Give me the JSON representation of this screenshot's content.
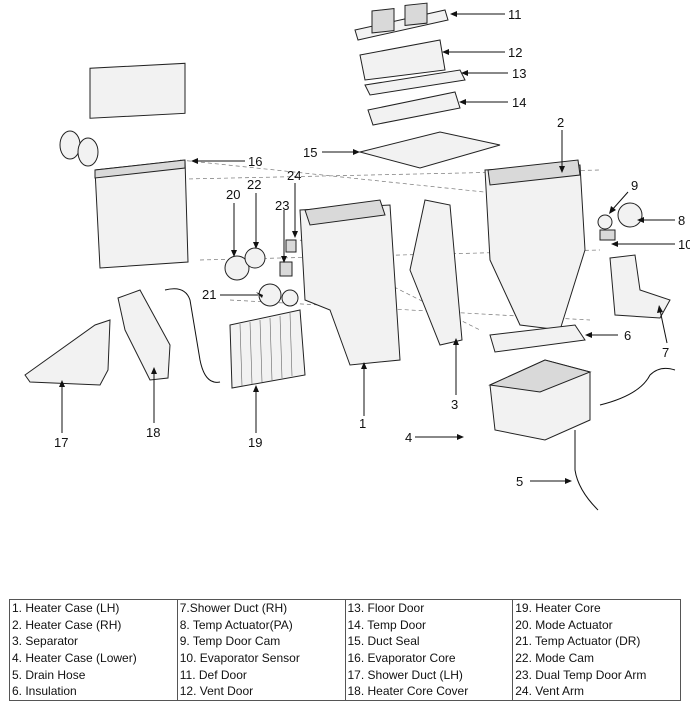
{
  "callouts": [
    "1",
    "2",
    "3",
    "4",
    "5",
    "6",
    "7",
    "8",
    "9",
    "10",
    "11",
    "12",
    "13",
    "14",
    "15",
    "16",
    "17",
    "18",
    "19",
    "20",
    "21",
    "22",
    "23",
    "24"
  ],
  "legend": {
    "columns": [
      [
        "1. Heater Case (LH)",
        "2. Heater Case (RH)",
        "3. Separator",
        "4. Heater Case (Lower)",
        "5. Drain Hose",
        "6. Insulation"
      ],
      [
        "7.Shower Duct (RH)",
        "8. Temp Actuator(PA)",
        "9. Temp Door Cam",
        "10. Evaporator Sensor",
        "11. Def Door",
        "12. Vent Door"
      ],
      [
        "13. Floor Door",
        "14. Temp Door",
        "15. Duct Seal",
        "16. Evaporator Core",
        "17. Shower Duct (LH)",
        "18. Heater Core Cover"
      ],
      [
        "19. Heater Core",
        "20. Mode Actuator",
        "21. Temp Actuator (DR)",
        "22. Mode Cam",
        "23. Dual Temp Door Arm",
        "24. Vent Arm"
      ]
    ]
  }
}
